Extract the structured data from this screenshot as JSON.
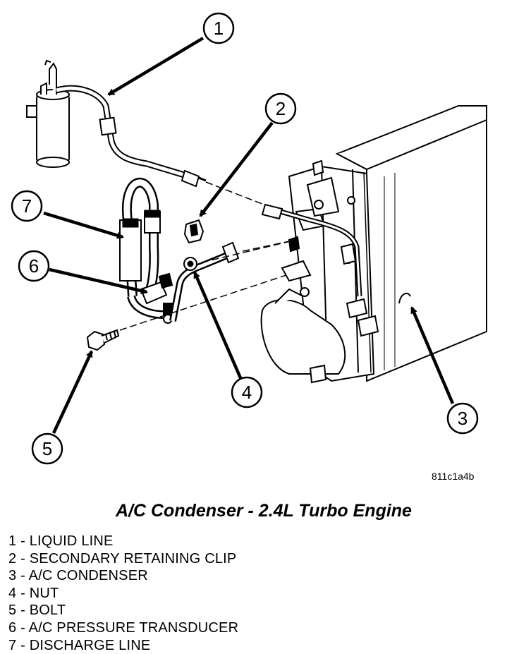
{
  "figure_code": "811c1a4b",
  "caption": "A/C Condenser - 2.4L Turbo Engine",
  "callouts": [
    {
      "num": "1",
      "label": "LIQUID LINE"
    },
    {
      "num": "2",
      "label": "SECONDARY RETAINING CLIP"
    },
    {
      "num": "3",
      "label": "A/C CONDENSER"
    },
    {
      "num": "4",
      "label": "NUT"
    },
    {
      "num": "5",
      "label": "BOLT"
    },
    {
      "num": "6",
      "label": "A/C PRESSURE TRANSDUCER"
    },
    {
      "num": "7",
      "label": "DISCHARGE LINE"
    }
  ],
  "legend": [
    "1 - LIQUID LINE",
    "2 - SECONDARY RETAINING CLIP",
    "3 - A/C CONDENSER",
    "4 - NUT",
    "5 - BOLT",
    "6 - A/C PRESSURE TRANSDUCER",
    "7 - DISCHARGE LINE"
  ]
}
